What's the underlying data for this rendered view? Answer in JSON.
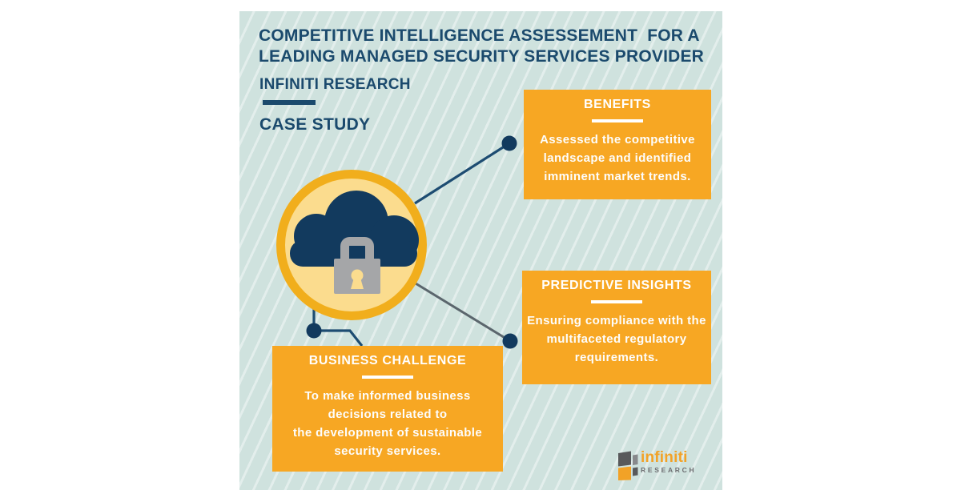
{
  "header": {
    "title": "COMPETITIVE INTELLIGENCE ASSESSEMENT  FOR A\nLEADING MANAGED SECURITY SERVICES PROVIDER",
    "brand": "INFINITI RESEARCH",
    "subtitle": "CASE STUDY"
  },
  "callouts": {
    "benefits": {
      "heading": "BENEFITS",
      "body": "Assessed the competitive\nlandscape and identified\nimminent market trends."
    },
    "predictive_insights": {
      "heading": "PREDICTIVE INSIGHTS",
      "body": "Ensuring compliance with the\nmultifaceted regulatory\nrequirements."
    },
    "business_challenge": {
      "heading": "BUSINESS CHALLENGE",
      "body": "To make informed business\ndecisions related to\nthe development of sustainable\nsecurity services."
    }
  },
  "center_icon": "cloud-with-padlock",
  "logo": {
    "name": "infiniti",
    "subtext": "RESEARCH"
  },
  "colors": {
    "panel_background": "#cfe2de",
    "panel_stripe": "#dcebe7",
    "navy_text": "#1b4a6d",
    "navy_shape": "#123a5e",
    "callout_orange": "#f7a723",
    "badge_ring_gold": "#f1ae1c",
    "badge_fill": "#fbdc8e",
    "lock_gray": "#a5a6a8",
    "connector_gray": "#5b666d",
    "logo_orange": "#f2a227",
    "logo_dark_gray": "#58595b",
    "logo_mid_gray": "#87898c",
    "white": "#ffffff"
  }
}
